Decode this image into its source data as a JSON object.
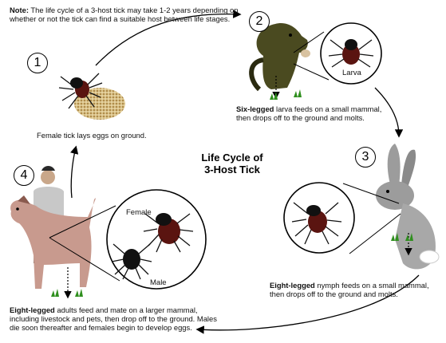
{
  "note": {
    "prefix": "Note:",
    "text": " The life cycle of a 3-host tick may take 1-2 years depending on whether or not the tick can find a suitable host between life stages."
  },
  "title": {
    "line1": "Life Cycle of",
    "line2": "3-Host Tick"
  },
  "stages": [
    {
      "number": "1",
      "caption_bold": "",
      "caption": "Female tick lays eggs on ground."
    },
    {
      "number": "2",
      "caption_bold": "Six-legged",
      "caption": " larva feeds on a small mammal, then drops off to the ground and molts.",
      "inset_label": "Larva"
    },
    {
      "number": "3",
      "caption_bold": "Eight-legged",
      "caption": " nymph feeds on a small mammal, then drops off to the ground and molts."
    },
    {
      "number": "4",
      "caption_bold": "Eight-legged",
      "caption": " adults feed and mate on a larger mammal, including livestock and pets, then drop off to the ground. Males die soon thereafter and females begin to develop eggs.",
      "inset_labels": [
        "Female",
        "Male"
      ]
    }
  ],
  "colors": {
    "tick_body": "#5a1410",
    "tick_dark": "#111111",
    "grass": "#2f8f1e",
    "eggs": "#c9a86a",
    "squirrel": "#4a4a20",
    "rabbit": "#9c9c9c",
    "dog": "#c89a8e"
  }
}
